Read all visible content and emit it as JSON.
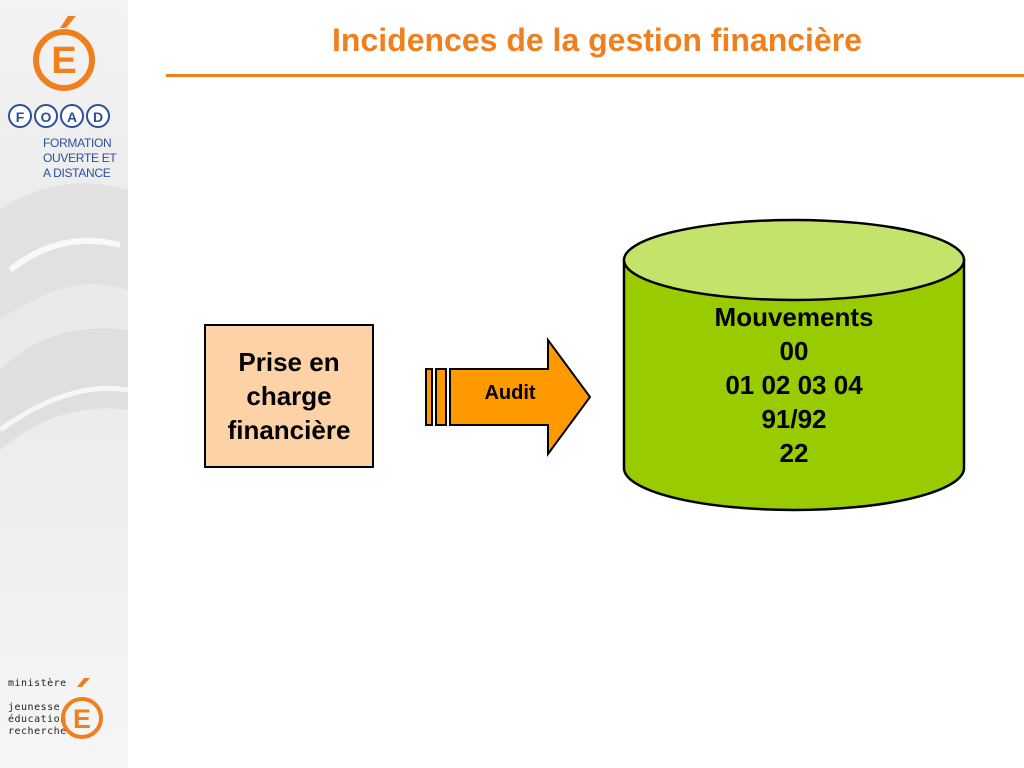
{
  "title": "Incidences de la gestion financière",
  "colors": {
    "accent": "#f07f1e",
    "box_fill": "#fdd2a7",
    "arrow_fill": "#ff9900",
    "cylinder_body": "#99cc00",
    "cylinder_top": "#c4e36a",
    "logo_blue": "#2a4f9a"
  },
  "sidebar": {
    "logo_letters": [
      "F",
      "O",
      "A",
      "D"
    ],
    "logo_lines": [
      "FORMATION",
      "OUVERTE ET",
      "A DISTANCE"
    ],
    "ministry_lines": [
      "ministère",
      "jeunesse",
      "éducation",
      "recherche"
    ]
  },
  "diagram": {
    "source_box": {
      "lines": [
        "Prise en",
        "charge",
        "financière"
      ]
    },
    "arrow": {
      "label": "Audit"
    },
    "database": {
      "lines": [
        "Mouvements",
        "00",
        "01 02 03 04",
        "91/92",
        "22"
      ]
    }
  }
}
